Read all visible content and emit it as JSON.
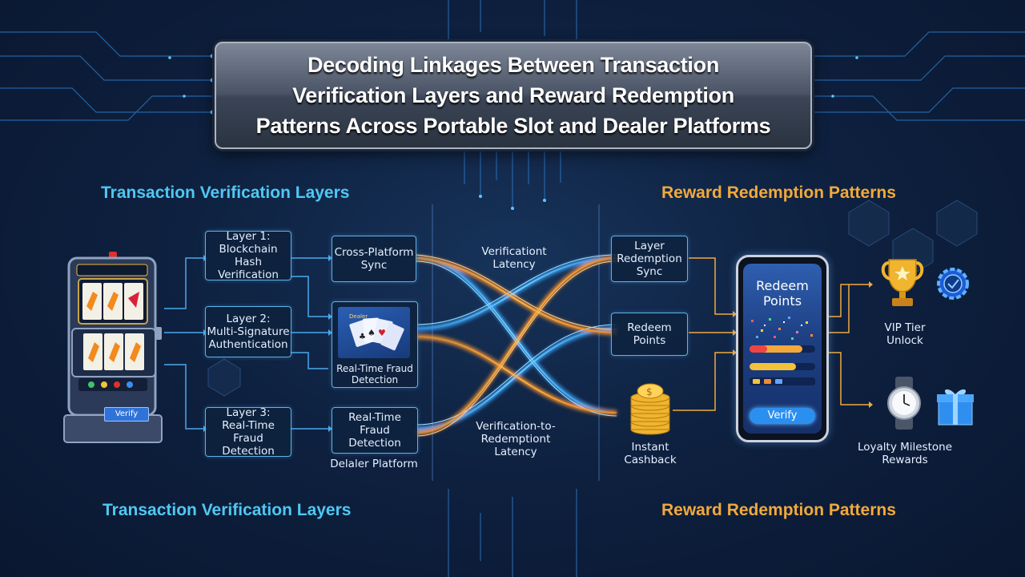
{
  "title": {
    "line1": "Decoding Linkages Between Transaction",
    "line2": "Verification Layers and Reward Redemption",
    "line3": "Patterns Across Portable Slot and Dealer Platforms"
  },
  "sections": {
    "left_top": "Transaction Verification Layers",
    "right_top": "Reward Redemption Patterns",
    "left_bottom": "Transaction Verification Layers",
    "right_bottom": "Reward Redemption Patterns"
  },
  "slot_machine": {
    "button": "Verify"
  },
  "layers": {
    "layer1": {
      "line1": "Layer 1:",
      "line2": "Blockchain Hash",
      "line3": "Verification"
    },
    "layer2": {
      "line1": "Layer 2:",
      "line2": "Multi-Signature",
      "line3": "Authentication"
    },
    "layer3": {
      "line1": "Layer 3:",
      "line2": "Real-Time Fraud",
      "line3": "Detection"
    }
  },
  "dealer": {
    "sync": {
      "line1": "Cross-Platform",
      "line2": "Sync"
    },
    "card_tag": "Dealer",
    "card_caption": {
      "line1": "Real-Time Fraud",
      "line2": "Detection"
    },
    "fraud": {
      "line1": "Real-Time",
      "line2": "Fraud Detection"
    },
    "platform_label": "Delaler Platform"
  },
  "center": {
    "top_label": {
      "line1": "Verificationt",
      "line2": "Latency"
    },
    "bottom_label": {
      "line1": "Verification-to-",
      "line2": "Redemptiont",
      "line3": "Latency"
    }
  },
  "redemption": {
    "sync": {
      "line1": "Layer",
      "line2": "Redemption",
      "line3": "Sync"
    },
    "redeem": {
      "line1": "Redeem",
      "line2": "Points"
    },
    "cashback": {
      "line1": "Instant",
      "line2": "Cashback"
    }
  },
  "phone": {
    "title": {
      "line1": "Redeem",
      "line2": "Points"
    },
    "button": "Verify"
  },
  "rewards": {
    "vip": {
      "line1": "VIP Tier",
      "line2": "Unlock"
    },
    "loyalty": {
      "line1": "Loyalty Milestone",
      "line2": "Rewards"
    }
  },
  "colors": {
    "accent_blue": "#4fc8f2",
    "accent_gold": "#f2a93b",
    "background": "#0e2140"
  }
}
